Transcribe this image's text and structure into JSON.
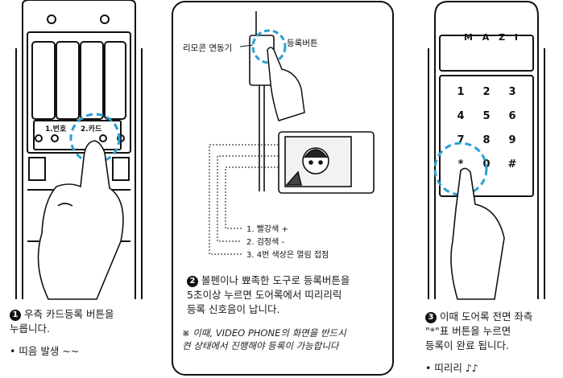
{
  "panel_left": {
    "slot1_label": "1.번호",
    "slot2_label": "2.카드",
    "step_number": "1",
    "instruction_line1": "우측 카드등록 버튼을",
    "instruction_line2": "누릅니다.",
    "bullet": "• 띠음 발생 ~~"
  },
  "panel_center": {
    "remote_label": "리모콘 연동기",
    "register_label": "등록버튼",
    "wire1": "1. 빨강색 +",
    "wire2": "2. 검정색 -",
    "wire3": "3. 4번 색상은 열림 접점",
    "step_number": "2",
    "instruction_line1": "볼펜이나 뾰족한 도구로 등록버튼을",
    "instruction_line2": "5초이상 누르면 도어록에서 띠리리릭",
    "instruction_line3": "등록 신호음이 납니다.",
    "note_line1": "※ 이때, VIDEO PHONE의 화면을 반드시",
    "note_line2": "켠 상태에서 진행해야 등록이 가능합니다"
  },
  "panel_right": {
    "brand": "M A Z I",
    "keys": [
      "1",
      "2",
      "3",
      "4",
      "5",
      "6",
      "7",
      "8",
      "9",
      "*",
      "0",
      "#"
    ],
    "step_number": "3",
    "instruction_line1": "이때 도어록 전면 좌측",
    "instruction_line2": "\"*\"표 버튼을 누르면",
    "instruction_line3": "등록이 완료 됩니다.",
    "bullet": "• 띠리리 ♪♪"
  }
}
